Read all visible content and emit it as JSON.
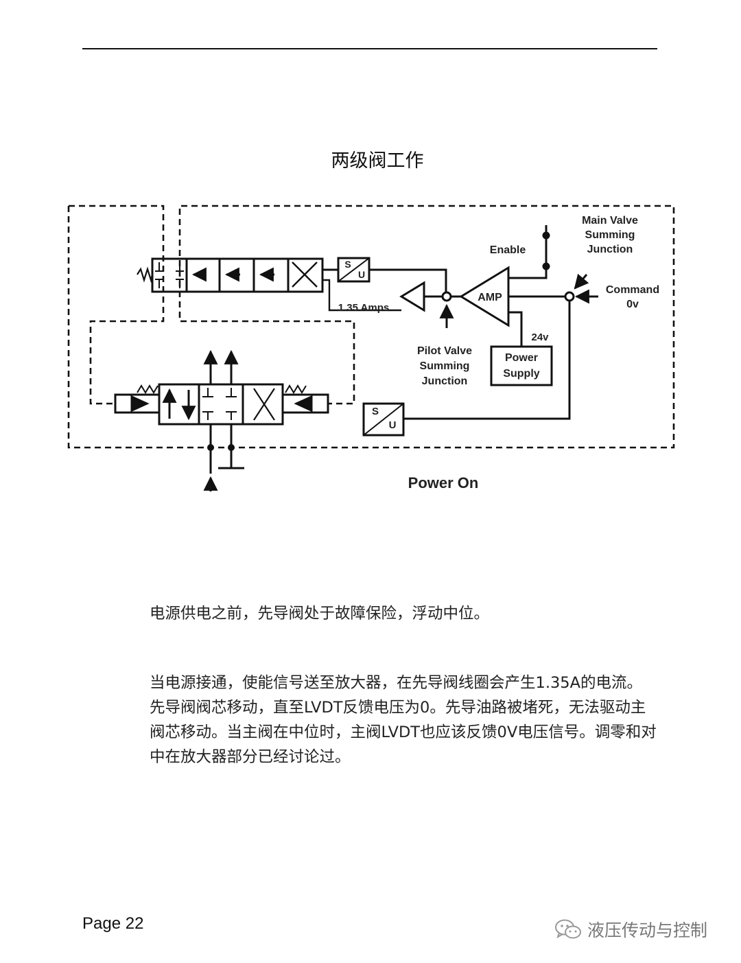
{
  "page": {
    "title": "两级阀工作",
    "page_number": "Page 22",
    "watermark": "液压传动与控制",
    "watermark_icon": "wechat-icon"
  },
  "diagram": {
    "labels": {
      "main_valve_summing_junction": [
        "Main Valve",
        "Summing",
        "Junction"
      ],
      "enable": "Enable",
      "command": [
        "Command",
        "0v"
      ],
      "amp": "AMP",
      "current": "1.35 Amps",
      "pilot_valve_summing_junction": [
        "Pilot Valve",
        "Summing",
        "Junction"
      ],
      "supply_voltage": "24v",
      "power_supply": [
        "Power",
        "Supply"
      ],
      "lvdt_s": "S",
      "lvdt_u": "U",
      "caption": "Power On"
    }
  },
  "paragraphs": [
    "电源供电之前，先导阀处于故障保险，浮动中位。",
    "当电源接通，使能信号送至放大器，在先导阀线圈会产生1.35A的电流。先导阀阀芯移动，直至LVDT反馈电压为0。先导油路被堵死，无法驱动主阀芯移动。当主阀在中位时，主阀LVDT也应该反馈0V电压信号。调零和对中在放大器部分已经讨论过。"
  ]
}
